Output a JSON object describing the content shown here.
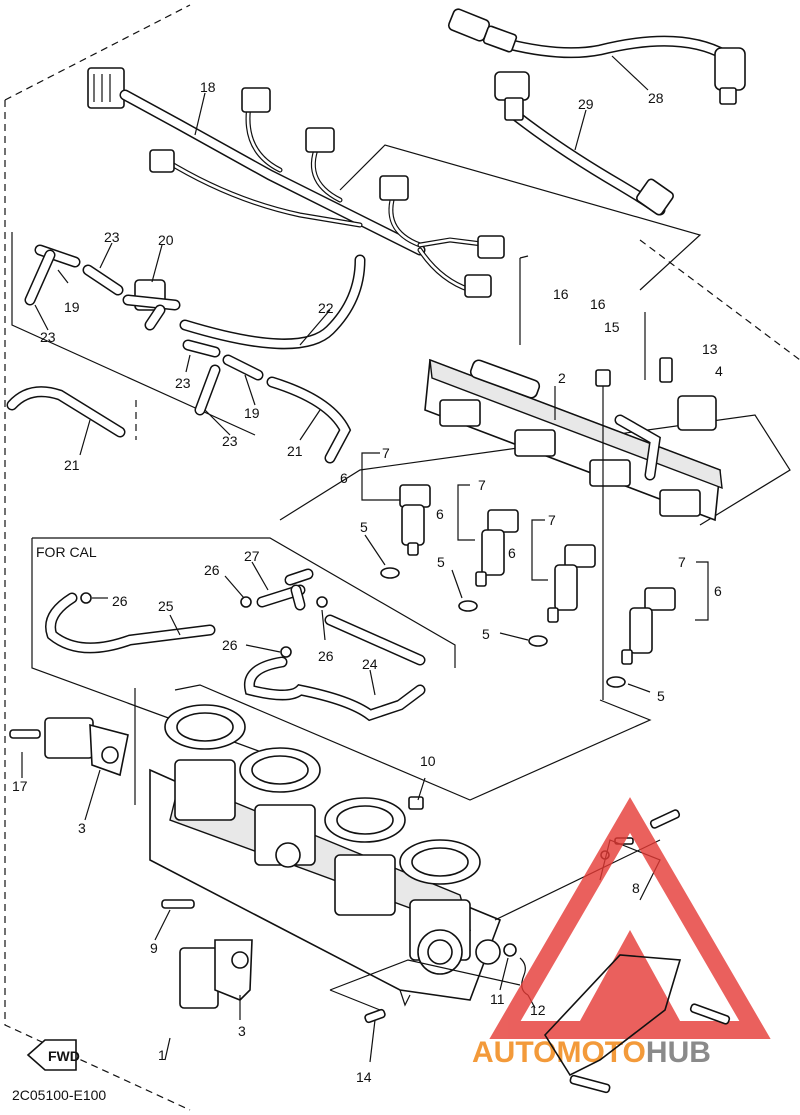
{
  "diagram": {
    "section_label": "FOR CAL",
    "figure_code": "2C05100-E100",
    "fwd_label": "FWD",
    "watermark": {
      "part1": "AUTO",
      "part2": "MOTO",
      "part3": "HUB"
    },
    "colors": {
      "line": "#111111",
      "watermark_red": "#e53935",
      "watermark_orange": "#f39a3a",
      "watermark_gray": "#8a8a8a"
    },
    "callouts": {
      "c1": "1",
      "c2": "2",
      "c3a": "3",
      "c3b": "3",
      "c4": "4",
      "c5a": "5",
      "c5b": "5",
      "c5c": "5",
      "c5d": "5",
      "c6a": "6",
      "c6b": "6",
      "c6c": "6",
      "c6d": "6",
      "c7a": "7",
      "c7b": "7",
      "c7c": "7",
      "c7d": "7",
      "c8": "8",
      "c9": "9",
      "c10": "10",
      "c11": "11",
      "c12": "12",
      "c13": "13",
      "c14": "14",
      "c15": "15",
      "c16a": "16",
      "c16b": "16",
      "c17": "17",
      "c18": "18",
      "c19a": "19",
      "c19b": "19",
      "c20": "20",
      "c21a": "21",
      "c21b": "21",
      "c22": "22",
      "c23a": "23",
      "c23b": "23",
      "c23c": "23",
      "c23d": "23",
      "c24": "24",
      "c25": "25",
      "c26a": "26",
      "c26b": "26",
      "c26c": "26",
      "c26d": "26",
      "c27": "27",
      "c28": "28",
      "c29": "29"
    }
  }
}
